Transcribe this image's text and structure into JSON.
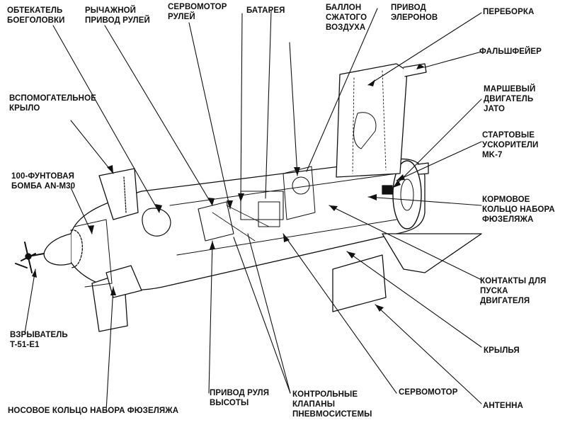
{
  "diagram": {
    "labels": {
      "fairing": "ОБТЕКАТЕЛЬ\nБОЕГОЛОВКИ",
      "lever_drive": "РЫЧАЖНОЙ\nПРИВОД РУЛЕЙ",
      "rudder_servo": "СЕРВОМОТОР\nРУЛЕЙ",
      "battery": "БАТАРЕЯ",
      "air_tank": "БАЛЛОН\nСЖАТОГО\nВОЗДУХА",
      "aileron_drive": "ПРИВОД\nЭЛЕРОНОВ",
      "bulkhead": "ПЕРЕБОРКА",
      "flare": "ФАЛЬШФЕЙЕР",
      "jato": "МАРШЕВЫЙ\nДВИГАТЕЛЬ\nJATO",
      "boosters": "СТАРТОВЫЕ\nУСКОРИТЕЛИ\nMK-7",
      "aux_wing": "ВСПОМОГАТЕЛЬНОЕ\nКРЫЛО",
      "bomb": "100-ФУНТОВАЯ\nБОМБА AN-M30",
      "aft_ring": "КОРМОВОЕ\nКОЛЬЦО НАБОРА\nФЮЗЕЛЯЖА",
      "engine_contacts": "КОНТАКТЫ ДЛЯ\nПУСКА\nДВИГАТЕЛЯ",
      "wings": "КРЫЛЬЯ",
      "fuze": "ВЗРЫВАТЕЛЬ\nT-51-E1",
      "elevator_drive": "ПРИВОД РУЛЯ\nВЫСОТЫ",
      "pneumatic_valves": "КОНТРОЛЬНЫЕ\nКЛАПАНЫ\nПНЕВМОСИСТЕМЫ",
      "servomotor": "СЕРВОМОТОР",
      "antenna": "АНТЕННА",
      "nose_ring": "НОСОВОЕ КОЛЬЦО НАБОРА ФЮЗЕЛЯЖА"
    }
  }
}
